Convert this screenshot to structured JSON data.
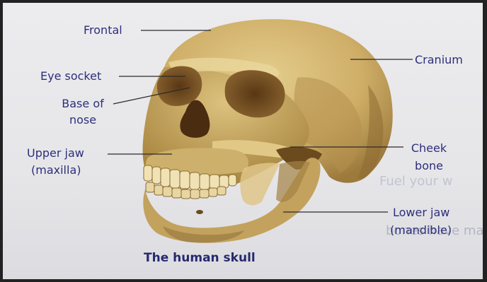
{
  "labels": {
    "frontal": "Frontal",
    "cranium": "Cranium",
    "eye_socket": "Eye socket",
    "base_of_nose_1": "Base of",
    "base_of_nose_2": "nose",
    "upper_jaw_1": "Upper jaw",
    "upper_jaw_2": "(maxilla)",
    "cheek_bone_1": "Cheek",
    "cheek_bone_2": "bone",
    "lower_jaw_1": "Lower jaw",
    "lower_jaw_2": "(mandible)"
  },
  "caption": "The human skull",
  "background_text": {
    "line1": "Fuel your w",
    "line2": "bones have many important functions"
  },
  "colors": {
    "label": "#2d2f7a",
    "bone": "#c9a862",
    "bone_shadow": "#7a5a2a"
  }
}
